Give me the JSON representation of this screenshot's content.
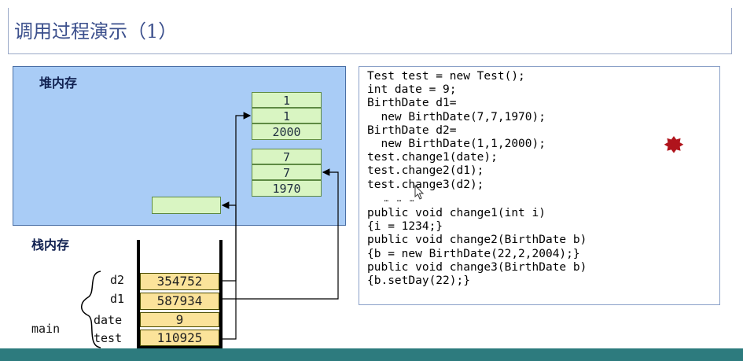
{
  "title": "调用过程演示（1）",
  "heap": {
    "label": "堆内存",
    "object1": [
      "1",
      "1",
      "2000"
    ],
    "object2": [
      "7",
      "7",
      "1970"
    ],
    "empty_cell": ""
  },
  "stack": {
    "label": "栈内存",
    "frame_label": "main",
    "vars": [
      {
        "name": "d2",
        "value": "354752"
      },
      {
        "name": "d1",
        "value": "587934"
      },
      {
        "name": "date",
        "value": "9"
      },
      {
        "name": "test",
        "value": "110925"
      }
    ]
  },
  "code": {
    "lines": [
      "Test test = new Test();",
      "int date = 9;",
      "BirthDate d1=",
      "  new BirthDate(7,7,1970);",
      "BirthDate d2=",
      "  new BirthDate(1,1,2000);",
      "test.change1(date);",
      "test.change2(d1);",
      "test.change3(d2);",
      "    …  …  …",
      "public void change1(int i)",
      "{i = 1234;}",
      "public void change2(BirthDate b)",
      "{b = new BirthDate(22,2,2004);}",
      "public void change3(BirthDate b)",
      "{b.setDay(22);}"
    ]
  },
  "colors": {
    "heap_bg": "#a9ccf6",
    "heap_cell": "#d9f5c2",
    "stack_cell": "#fbe39a",
    "marker": "#b0141c",
    "bottom_bar": "#2d7b7e"
  },
  "icons": [
    "current-line-marker-icon",
    "mouse-cursor-icon"
  ]
}
